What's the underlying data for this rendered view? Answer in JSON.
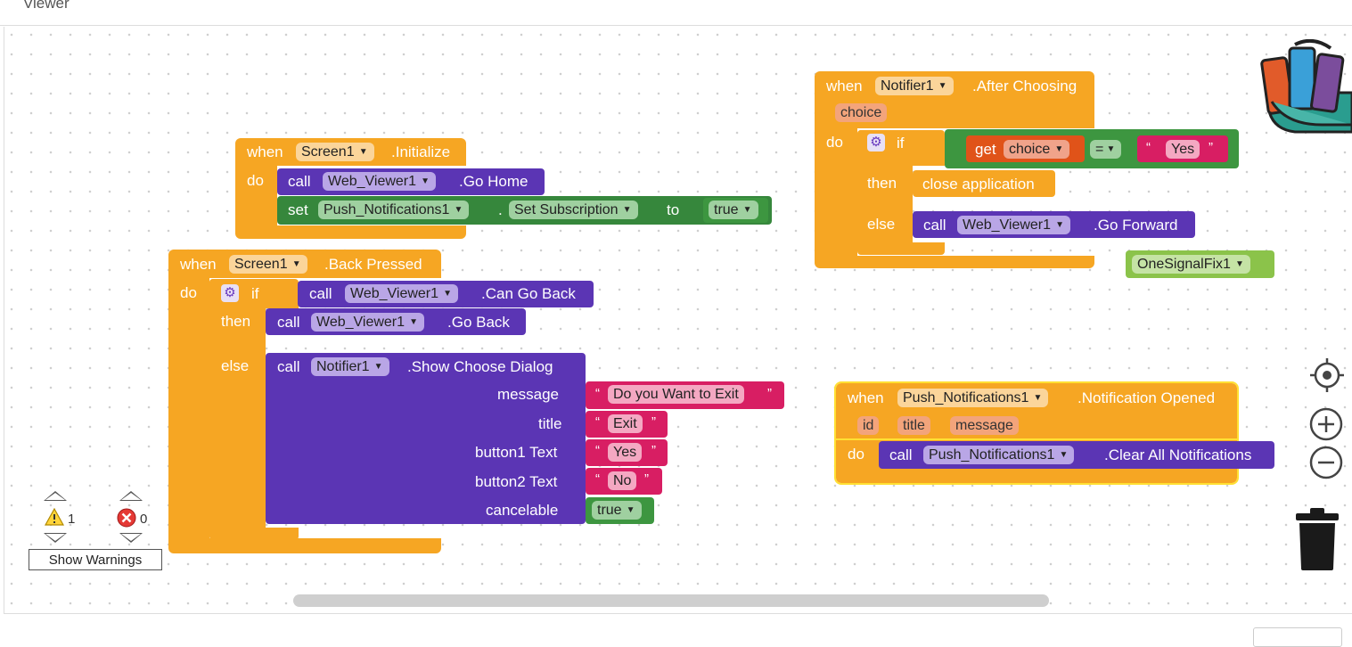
{
  "panel": {
    "title": "Viewer"
  },
  "blocks": {
    "init": {
      "when": "when",
      "component": "Screen1",
      "event": ".Initialize",
      "do": "do",
      "call": "call",
      "call_component": "Web_Viewer1",
      "call_method": ".Go Home",
      "set": "set",
      "set_component": "Push_Notifications1",
      "dot": ".",
      "property": "Set Subscription",
      "to": "to",
      "value": "true"
    },
    "back": {
      "when": "when",
      "component": "Screen1",
      "event": ".Back Pressed",
      "do": "do",
      "if": "if",
      "then": "then",
      "else": "else",
      "cond_call": "call",
      "cond_component": "Web_Viewer1",
      "cond_method": ".Can Go Back",
      "then_call": "call",
      "then_component": "Web_Viewer1",
      "then_method": ".Go Back",
      "else_call": "call",
      "else_component": "Notifier1",
      "else_method": ".Show Choose Dialog",
      "arg_message": "message",
      "arg_title": "title",
      "arg_b1": "button1 Text",
      "arg_b2": "button2 Text",
      "arg_cancel": "cancelable",
      "val_message": "Do you Want to Exit",
      "val_title": "Exit",
      "val_b1": "Yes",
      "val_b2": "No",
      "val_cancel": "true"
    },
    "after": {
      "when": "when",
      "component": "Notifier1",
      "event": ".After Choosing",
      "param": "choice",
      "do": "do",
      "if": "if",
      "then": "then",
      "else": "else",
      "get": "get",
      "get_var": "choice",
      "op": "=",
      "compare": "Yes",
      "then_action": "close application",
      "else_call": "call",
      "else_component": "Web_Viewer1",
      "else_method": ".Go Forward"
    },
    "orphan": {
      "component": "OneSignalFix1"
    },
    "opened": {
      "when": "when",
      "component": "Push_Notifications1",
      "event": ".Notification Opened",
      "params": [
        "id",
        "title",
        "message"
      ],
      "do": "do",
      "call": "call",
      "call_component": "Push_Notifications1",
      "call_method": ".Clear All Notifications"
    }
  },
  "warnings": {
    "warning_count": "1",
    "error_count": "0",
    "button": "Show Warnings"
  },
  "icons": [
    "backpack-icon",
    "target-icon",
    "zoom-in-icon",
    "zoom-out-icon",
    "trash-icon",
    "warning-icon",
    "error-icon"
  ],
  "colors": {
    "event": "#f6a623",
    "call": "#5b35b4",
    "set": "#36873c",
    "text": "#d81e63",
    "logic": "#3d9640",
    "variable": "#e05319"
  }
}
